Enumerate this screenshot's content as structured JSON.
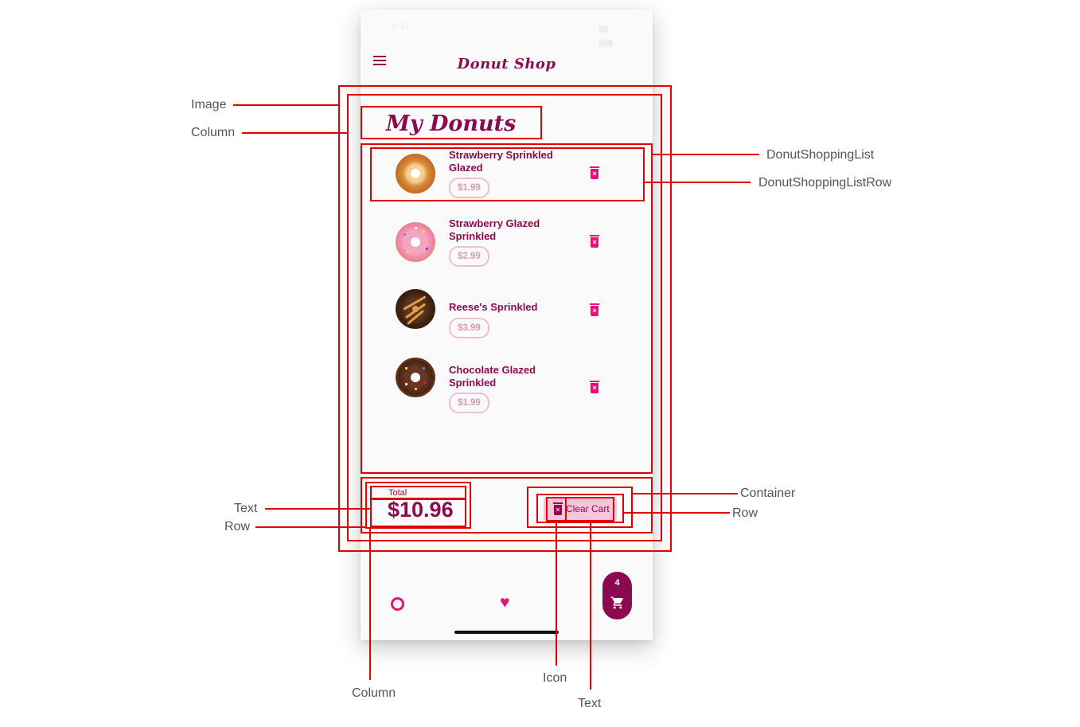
{
  "app": {
    "status_time": "9:41",
    "title": "Donut Shop",
    "page_title": "My Donuts"
  },
  "cart_items": [
    {
      "name": "Strawberry Sprinkled Glazed",
      "price": "$1.99"
    },
    {
      "name": "Strawberry Glazed Sprinkled",
      "price": "$2.99"
    },
    {
      "name": "Reese's Sprinkled",
      "price": "$3.99"
    },
    {
      "name": "Chocolate Glazed Sprinkled",
      "price": "$1.99"
    }
  ],
  "footer": {
    "total_label": "Total",
    "total_value": "$10.96",
    "clear_cart_label": "Clear Cart"
  },
  "bottom_nav": {
    "cart_count": "4",
    "items": [
      "donut-icon",
      "heart-icon",
      "cart-icon"
    ]
  },
  "annotations": {
    "image": "Image",
    "column": "Column",
    "donut_shopping_list": "DonutShoppingList",
    "donut_shopping_list_row": "DonutShoppingListRow",
    "text_left": "Text",
    "row_left": "Row",
    "container": "Container",
    "row_right": "Row",
    "column_bottom": "Column",
    "icon_bottom": "Icon",
    "text_bottom": "Text"
  },
  "colors": {
    "brand": "#8b0a4f",
    "accent_pink": "#e5127a",
    "chip_border": "#ecc0d3",
    "clear_cart_bg": "#f6c5da",
    "annotation_red": "#e00000"
  }
}
